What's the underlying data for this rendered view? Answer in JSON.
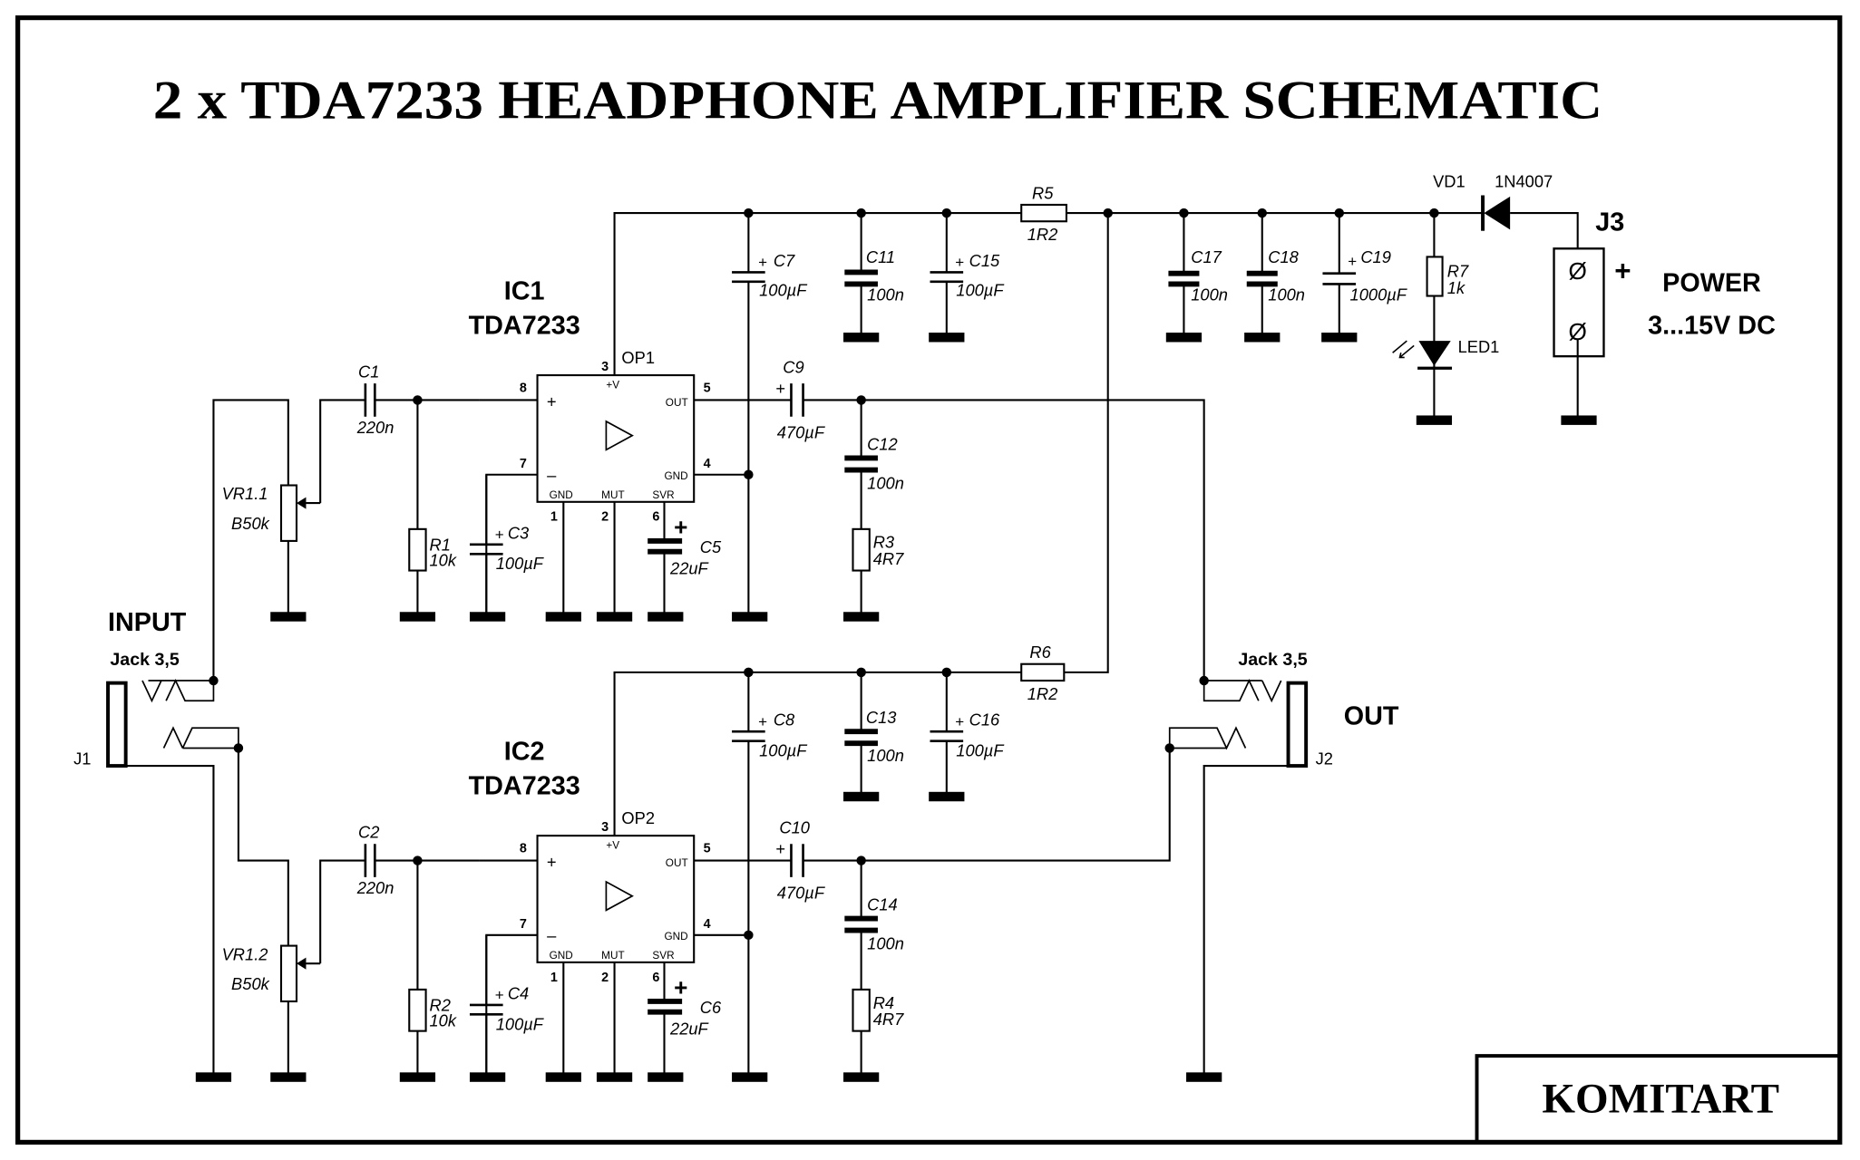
{
  "title": "2 x TDA7233  HEADPHONE  AMPLIFIER  SCHEMATIC",
  "brand": "KOMITART",
  "input": {
    "label": "INPUT",
    "jack": "Jack 3,5",
    "ref": "J1"
  },
  "output": {
    "label": "OUT",
    "jack": "Jack 3,5",
    "ref": "J2"
  },
  "power": {
    "ref": "J3",
    "label": "POWER",
    "range": "3...15V DC",
    "plus": "+",
    "terminal_glyph": "Ø"
  },
  "diode": {
    "ref": "VD1",
    "part": "1N4007"
  },
  "led": {
    "ref": "LED1"
  },
  "ics": [
    {
      "ref": "IC1",
      "part": "TDA7233",
      "op": "OP1"
    },
    {
      "ref": "IC2",
      "part": "TDA7233",
      "op": "OP2"
    }
  ],
  "ic_pins": {
    "p3": "3",
    "p8": "8",
    "p5": "5",
    "p7": "7",
    "p4": "4",
    "p1": "1",
    "p2": "2",
    "p6": "6",
    "vplus": "+V",
    "out": "OUT",
    "gnd": "GND",
    "gnd1": "GND",
    "mut": "MUT",
    "svr": "SVR",
    "in_plus": "+",
    "in_minus": "–"
  },
  "components": {
    "C1": {
      "ref": "C1",
      "value": "220n"
    },
    "C2": {
      "ref": "C2",
      "value": "220n"
    },
    "C3": {
      "ref": "C3",
      "value": "100µF"
    },
    "C4": {
      "ref": "C4",
      "value": "100µF"
    },
    "C5": {
      "ref": "C5",
      "value": "22uF"
    },
    "C6": {
      "ref": "C6",
      "value": "22uF"
    },
    "C7": {
      "ref": "C7",
      "value": "100µF"
    },
    "C8": {
      "ref": "C8",
      "value": "100µF"
    },
    "C9": {
      "ref": "C9",
      "value": "470µF"
    },
    "C10": {
      "ref": "C10",
      "value": "470µF"
    },
    "C11": {
      "ref": "C11",
      "value": "100n"
    },
    "C12": {
      "ref": "C12",
      "value": "100n"
    },
    "C13": {
      "ref": "C13",
      "value": "100n"
    },
    "C14": {
      "ref": "C14",
      "value": "100n"
    },
    "C15": {
      "ref": "C15",
      "value": "100µF"
    },
    "C16": {
      "ref": "C16",
      "value": "100µF"
    },
    "C17": {
      "ref": "C17",
      "value": "100n"
    },
    "C18": {
      "ref": "C18",
      "value": "100n"
    },
    "C19": {
      "ref": "C19",
      "value": "1000µF"
    },
    "R1": {
      "ref": "R1",
      "value": "10k"
    },
    "R2": {
      "ref": "R2",
      "value": "10k"
    },
    "R3": {
      "ref": "R3",
      "value": "4R7"
    },
    "R4": {
      "ref": "R4",
      "value": "4R7"
    },
    "R5": {
      "ref": "R5",
      "value": "1R2"
    },
    "R6": {
      "ref": "R6",
      "value": "1R2"
    },
    "R7": {
      "ref": "R7",
      "value": "1k"
    },
    "VR1_1": {
      "ref": "VR1.1",
      "value": "B50k"
    },
    "VR1_2": {
      "ref": "VR1.2",
      "value": "B50k"
    }
  },
  "polarity_plus": "+"
}
